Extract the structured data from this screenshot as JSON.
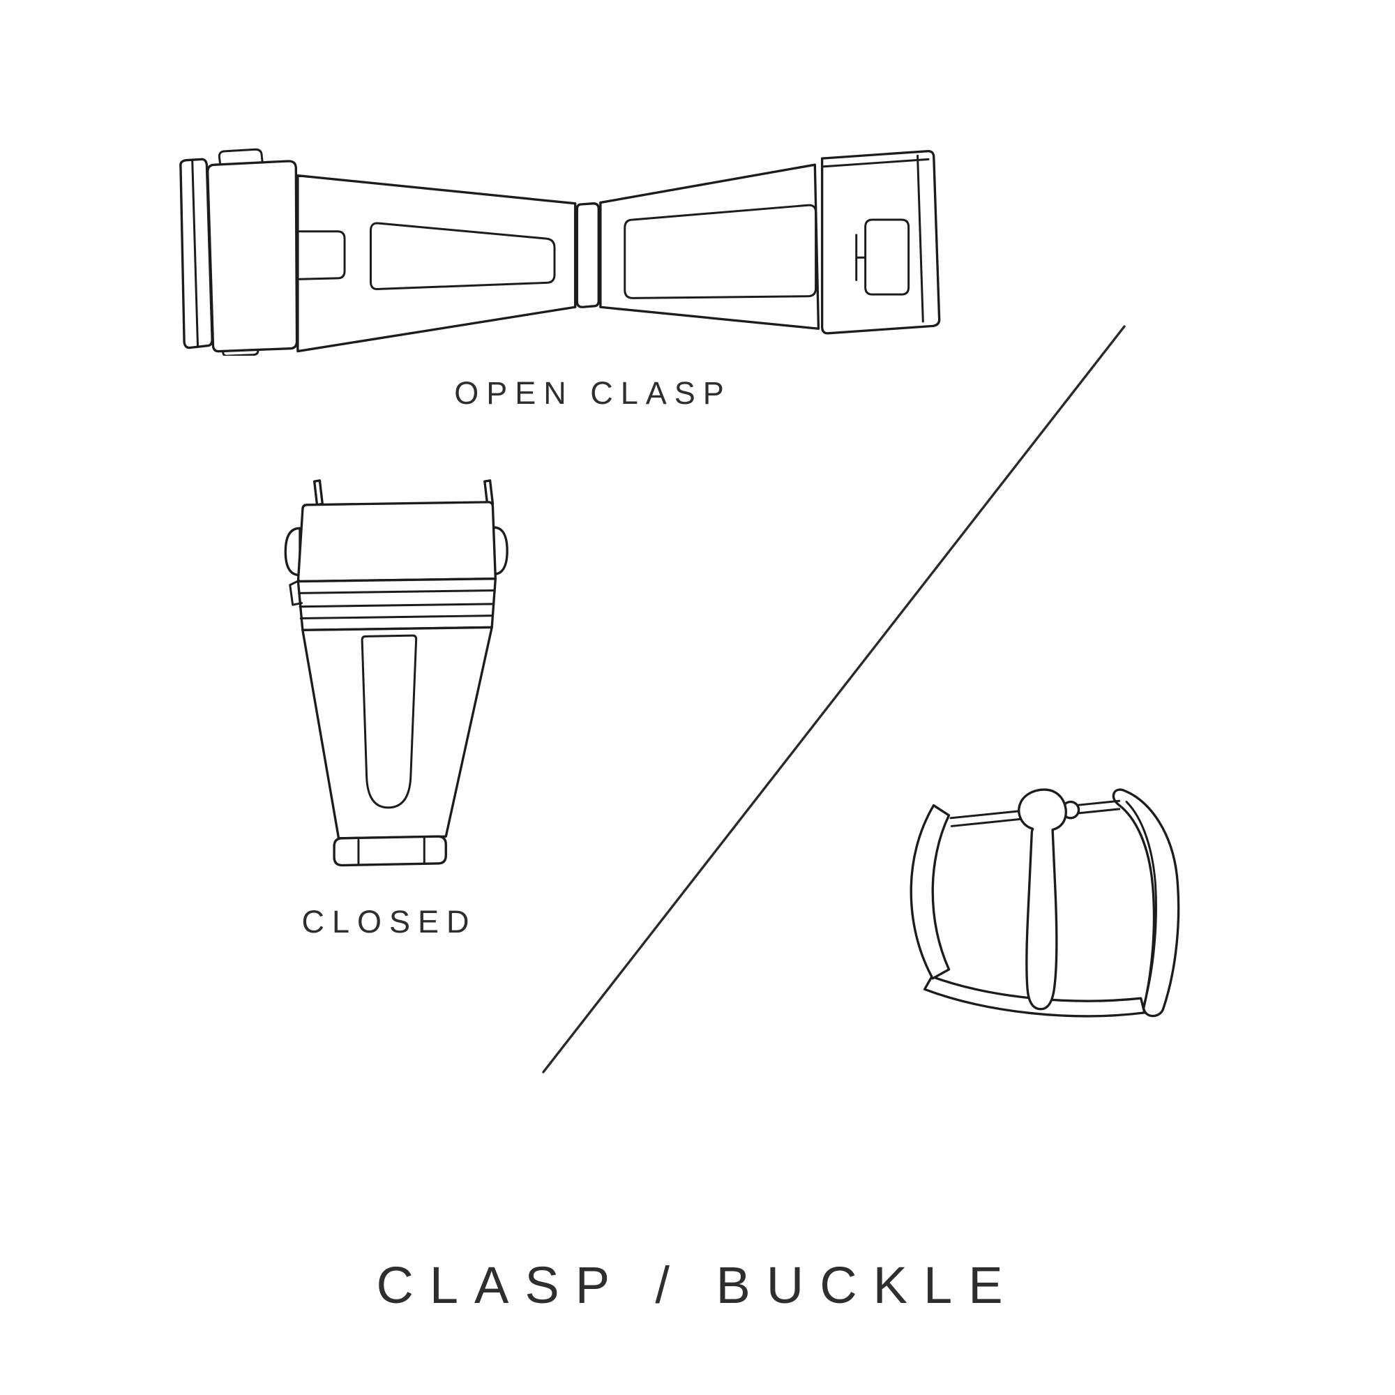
{
  "page": {
    "background": "#ffffff",
    "ink": "#1c1c1c",
    "text_color": "#2e2e2e"
  },
  "labels": {
    "open_clasp": "OPEN CLASP",
    "closed": "CLOSED",
    "title": "CLASP / BUCKLE"
  },
  "illustrations": {
    "open_clasp": "open-clasp-top-view-line-drawing",
    "closed_clasp": "closed-clasp-front-view-line-drawing",
    "buckle": "pin-buckle-line-drawing",
    "divider": "diagonal-divider-line"
  }
}
